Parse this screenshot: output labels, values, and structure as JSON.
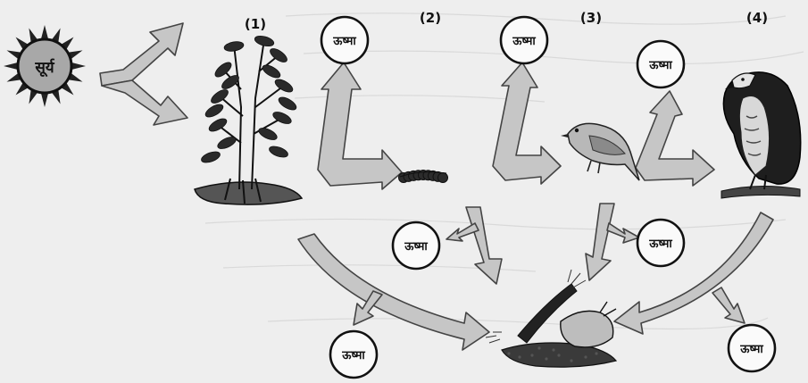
{
  "diagram": {
    "sun_label": "सूर्य",
    "heat_label": "ऊष्मा",
    "levels": [
      {
        "number": "(1)",
        "organism": "plant"
      },
      {
        "number": "(2)",
        "organism": "caterpillar"
      },
      {
        "number": "(3)",
        "organism": "bird"
      },
      {
        "number": "(4)",
        "organism": "eagle"
      }
    ],
    "decomposer": "decomposers"
  },
  "colors": {
    "background": "#eeeeee",
    "arrow_fill": "#c6c6c6",
    "ink": "#111111"
  }
}
